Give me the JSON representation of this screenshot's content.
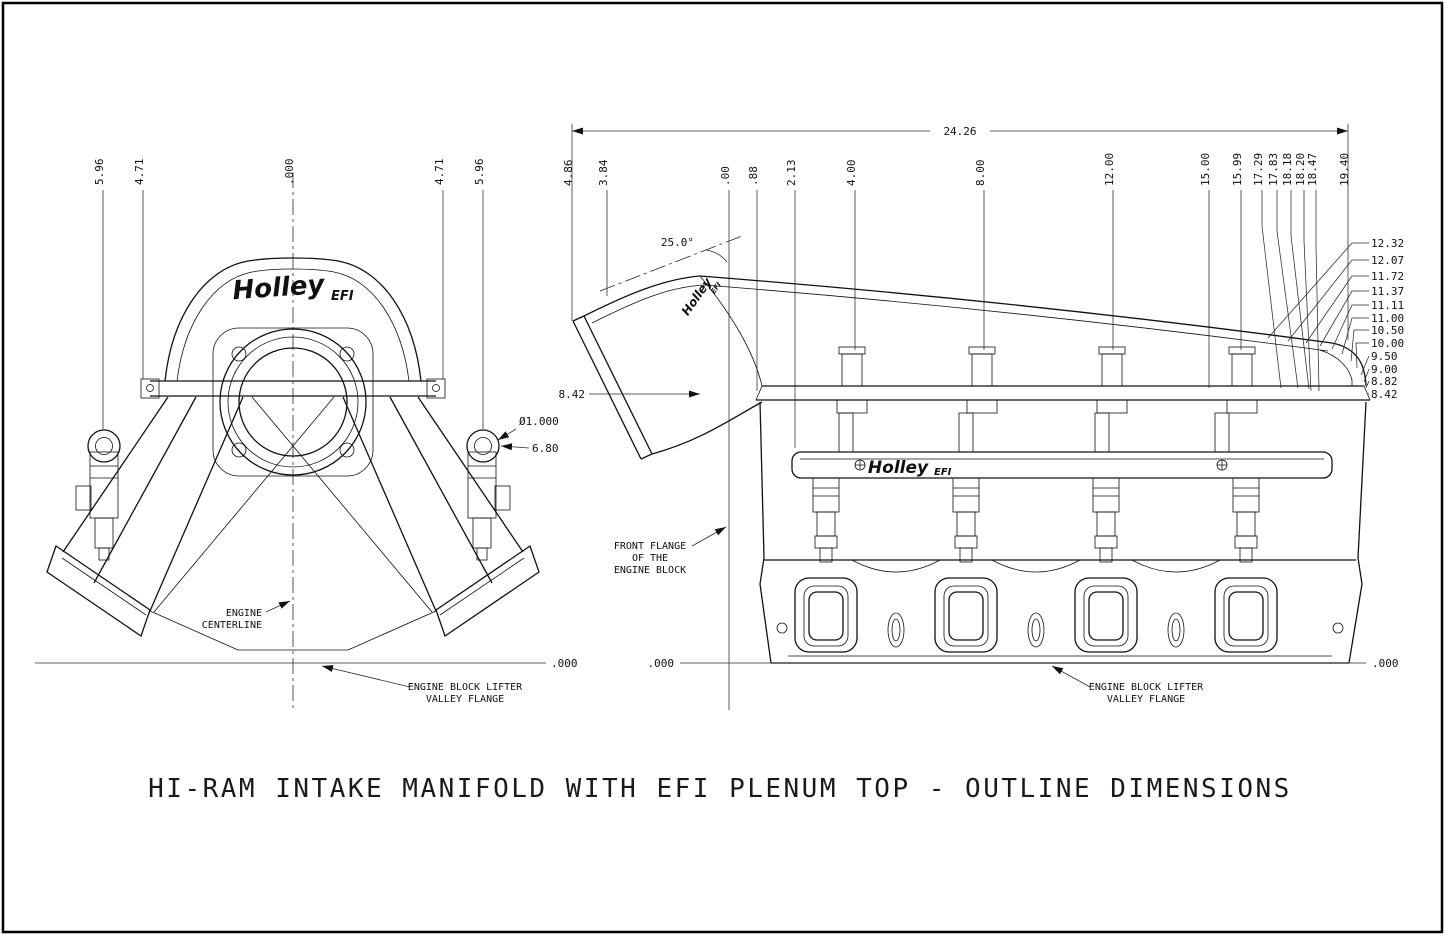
{
  "title": "HI-RAM INTAKE MANIFOLD WITH EFI PLENUM TOP - OUTLINE DIMENSIONS",
  "brand": {
    "script": "Holley",
    "suffix": "EFI"
  },
  "front_view": {
    "top_dims": [
      "5.96",
      "4.71",
      ".000",
      "4.71",
      "5.96"
    ],
    "throttle_dia": "Ø1.000",
    "rail_center_height": "6.80",
    "centerline_label": [
      "ENGINE",
      "CENTERLINE"
    ],
    "baseline_label": ".000",
    "lifter_flange_label": [
      "ENGINE BLOCK LIFTER",
      "VALLEY FLANGE"
    ]
  },
  "side_view": {
    "overall_width": "24.26",
    "inlet_angle": "25.0°",
    "top_dims": [
      "4.86",
      "3.84",
      ".00",
      ".88",
      "2.13",
      "4.00",
      "8.00",
      "12.00",
      "15.00",
      "15.99",
      "17.29",
      "17.83",
      "18.18",
      "18.20",
      "18.47",
      "19.40"
    ],
    "height_dims": [
      "12.32",
      "12.07",
      "11.72",
      "11.37",
      "11.11",
      "11.00",
      "10.50",
      "10.00",
      "9.50",
      "9.00",
      "8.82",
      "8.42"
    ],
    "inlet_flange_height": "8.42",
    "front_flange_label": [
      "FRONT FLANGE",
      "OF THE",
      "ENGINE BLOCK"
    ],
    "baseline_left_label": ".000",
    "baseline_right_label": ".000",
    "lifter_flange_label": [
      "ENGINE BLOCK LIFTER",
      "VALLEY FLANGE"
    ]
  }
}
